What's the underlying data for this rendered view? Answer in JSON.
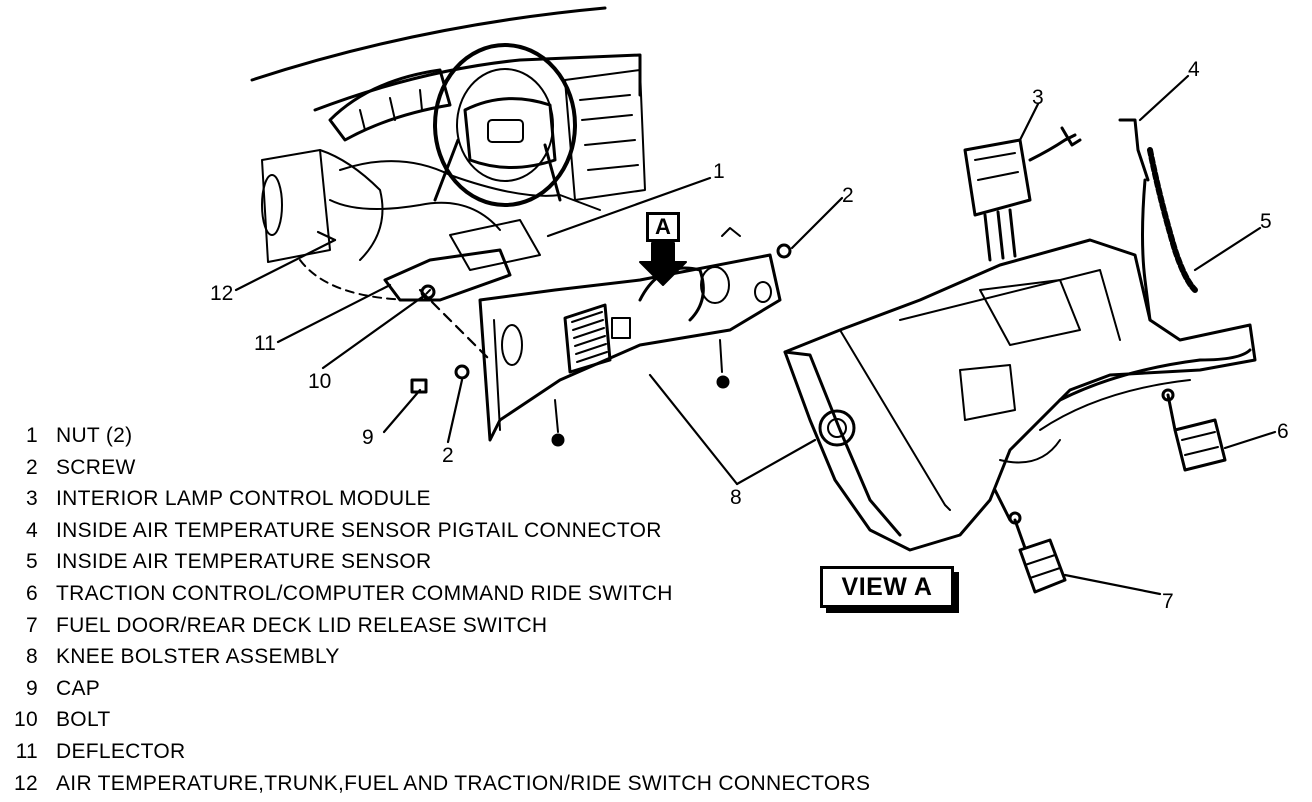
{
  "callouts": {
    "c1": "1",
    "c2a": "2",
    "c2b": "2",
    "c3": "3",
    "c4": "4",
    "c5": "5",
    "c6": "6",
    "c7": "7",
    "c8": "8",
    "c9": "9",
    "c10": "10",
    "c11": "11",
    "c12": "12"
  },
  "marker": "A",
  "view_label": "VIEW A",
  "legend": [
    {
      "num": "1",
      "text": "NUT (2)"
    },
    {
      "num": "2",
      "text": "SCREW"
    },
    {
      "num": "3",
      "text": "INTERIOR LAMP CONTROL MODULE"
    },
    {
      "num": "4",
      "text": "INSIDE AIR TEMPERATURE SENSOR PIGTAIL CONNECTOR"
    },
    {
      "num": "5",
      "text": "INSIDE AIR TEMPERATURE SENSOR"
    },
    {
      "num": "6",
      "text": "TRACTION CONTROL/COMPUTER COMMAND RIDE SWITCH"
    },
    {
      "num": "7",
      "text": "FUEL DOOR/REAR DECK LID RELEASE SWITCH"
    },
    {
      "num": "8",
      "text": "KNEE BOLSTER ASSEMBLY"
    },
    {
      "num": "9",
      "text": "CAP"
    },
    {
      "num": "10",
      "text": "BOLT"
    },
    {
      "num": "11",
      "text": "DEFLECTOR"
    },
    {
      "num": "12",
      "text": "AIR TEMPERATURE,TRUNK,FUEL AND TRACTION/RIDE SWITCH CONNECTORS"
    }
  ]
}
